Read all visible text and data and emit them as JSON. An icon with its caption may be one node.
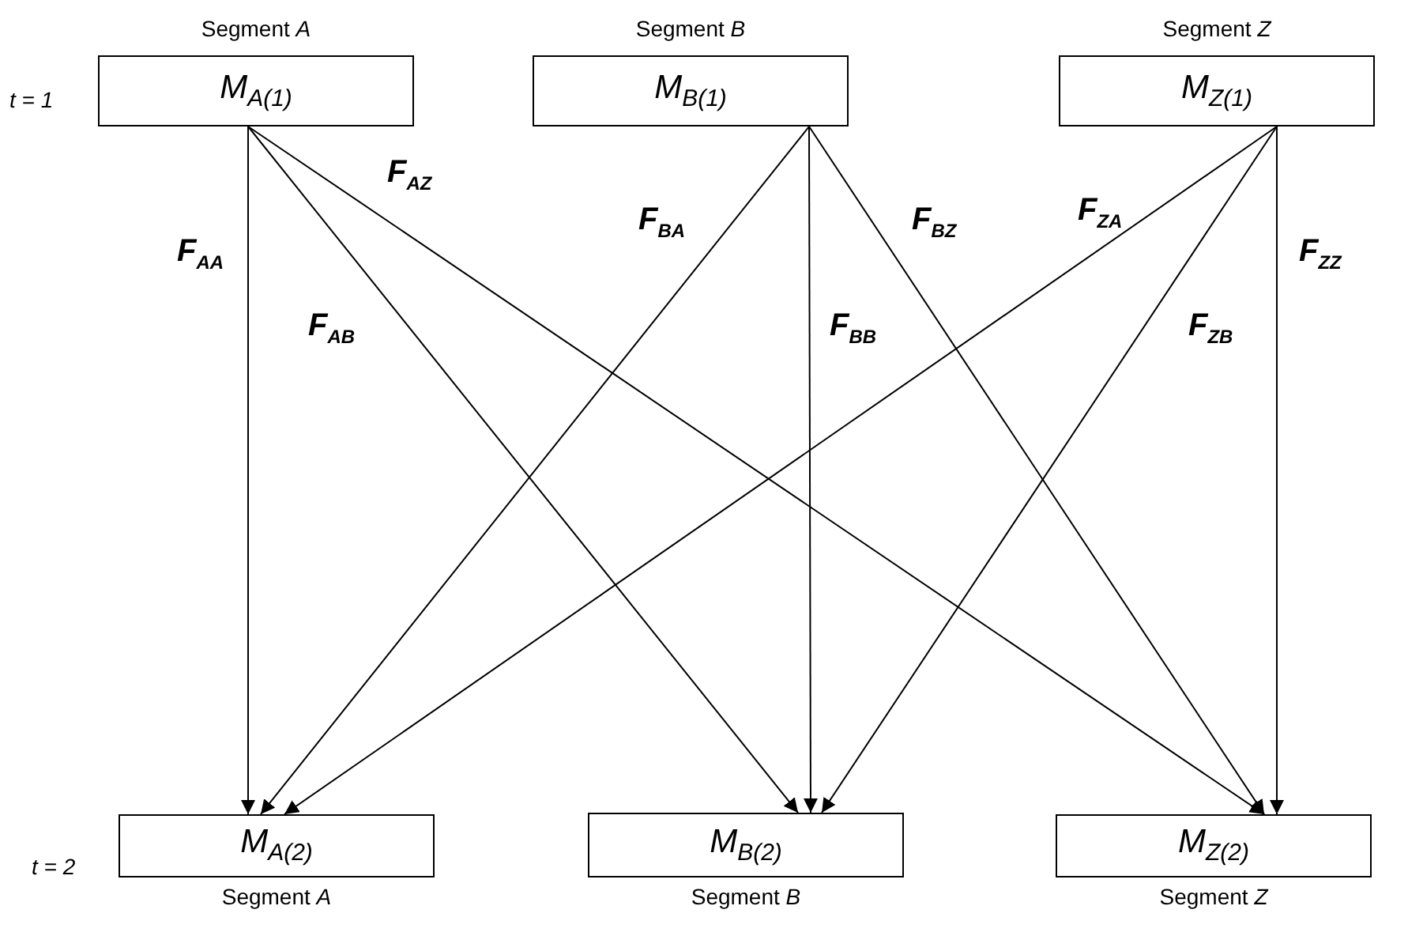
{
  "diagram": {
    "nodes": [
      {
        "text": [
          "M$_{A(1)}$"
        ],
        "beside": [
          "Segment *A*"
        ]
      },
      {
        "text": [
          "M$_{B(1)}$"
        ],
        "beside": [
          "Segment *B*"
        ]
      },
      {
        "text": [
          "M$_{Z(1)}$"
        ],
        "beside": [
          "Segment *Z*"
        ]
      },
      {
        "text": [
          "M$_{A(2)}$"
        ],
        "beside": [
          "Segment *A*"
        ]
      },
      {
        "text": [
          "M$_{B(2)}$"
        ],
        "beside": [
          "Segment *B*"
        ]
      },
      {
        "text": [
          "M$_{Z(2)}$"
        ],
        "beside": [
          "Segment *Z*"
        ]
      }
    ],
    "edges": [
      {
        "from": 0,
        "to": 3,
        "arrow": "to",
        "label": "F$_{AA}$"
      },
      {
        "from": 0,
        "to": 4,
        "arrow": "to",
        "label": "F$_{AB}$"
      },
      {
        "from": 0,
        "to": 5,
        "arrow": "to",
        "label": "F$_{AZ}$"
      },
      {
        "from": 1,
        "to": 3,
        "arrow": "to",
        "label": "F$_{BA}$"
      },
      {
        "from": 1,
        "to": 4,
        "arrow": "to",
        "label": "F$_{BB}$"
      },
      {
        "from": 1,
        "to": 5,
        "arrow": "to",
        "label": "F$_{BZ}$"
      },
      {
        "from": 2,
        "to": 3,
        "arrow": "to",
        "label": "F$_{ZA}$"
      },
      {
        "from": 2,
        "to": 4,
        "arrow": "to",
        "label": "F$_{ZB}$"
      },
      {
        "from": 2,
        "to": 5,
        "arrow": "to",
        "label": "F$_{ZZ}$"
      }
    ],
    "labels": [
      "t = 1",
      "t = 2"
    ]
  }
}
